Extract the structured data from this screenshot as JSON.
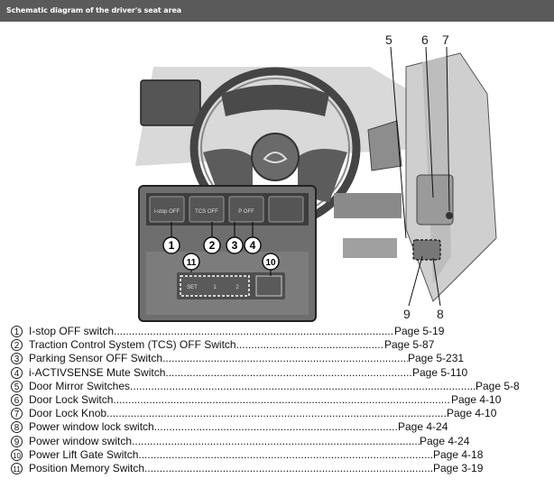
{
  "header": {
    "title": "Schematic diagram of the driver's seat area"
  },
  "figure": {
    "callouts": [
      "1",
      "2",
      "3",
      "4",
      "5",
      "6",
      "7",
      "8",
      "9",
      "10",
      "11"
    ],
    "switch_labels": {
      "istop": "i-stop OFF",
      "tcs": "TCS OFF",
      "parking": "P OFF",
      "memory_set": "SET",
      "memory_1": "1",
      "memory_2": "2"
    }
  },
  "items": [
    {
      "number": "1",
      "label": "I-stop OFF switch",
      "page": "Page 5-19"
    },
    {
      "number": "2",
      "label": "Traction Control System (TCS) OFF Switch",
      "page": "Page 5-87"
    },
    {
      "number": "3",
      "label": "Parking Sensor OFF Switch",
      "page": "Page 5-231"
    },
    {
      "number": "4",
      "label": "i-ACTIVSENSE Mute Switch",
      "page": "Page 5-110"
    },
    {
      "number": "5",
      "label": " Door Mirror Switches",
      "page": "Page 5-8"
    },
    {
      "number": "6",
      "label": "Door Lock Switch.",
      "page": "Page 4-10"
    },
    {
      "number": "7",
      "label": "Door Lock Knob.",
      "page": "Page 4-10"
    },
    {
      "number": "8",
      "label": " Power window lock switch",
      "page": "Page 4-24"
    },
    {
      "number": "9",
      "label": " Power window switch.",
      "page": "Page 4-24"
    },
    {
      "number": "10",
      "label": " Power Lift Gate Switch",
      "page": "Page 4-18"
    },
    {
      "number": "11",
      "label": " Position Memory Switch",
      "page": "Page 3-19"
    }
  ]
}
